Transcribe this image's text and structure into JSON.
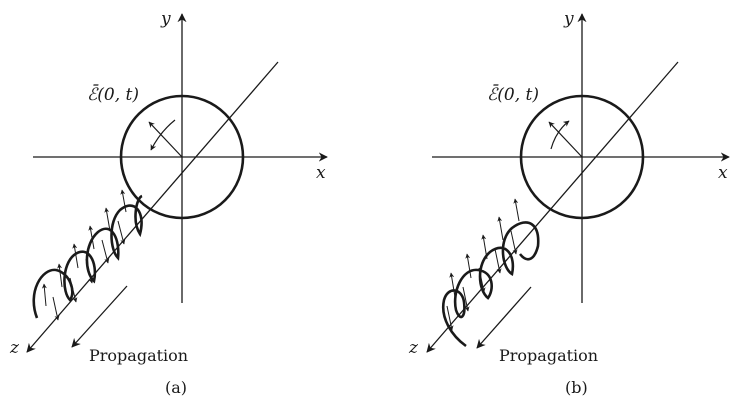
{
  "panels": [
    {
      "id": "a",
      "axis_y": "y",
      "axis_x": "x",
      "axis_z": "z",
      "field_label": "ℰ̄(0, t)",
      "propagation_label": "Propagation",
      "caption": "(a)"
    },
    {
      "id": "b",
      "axis_y": "y",
      "axis_x": "x",
      "axis_z": "z",
      "field_label": "ℰ̄(0, t)",
      "propagation_label": "Propagation",
      "caption": "(b)"
    }
  ]
}
